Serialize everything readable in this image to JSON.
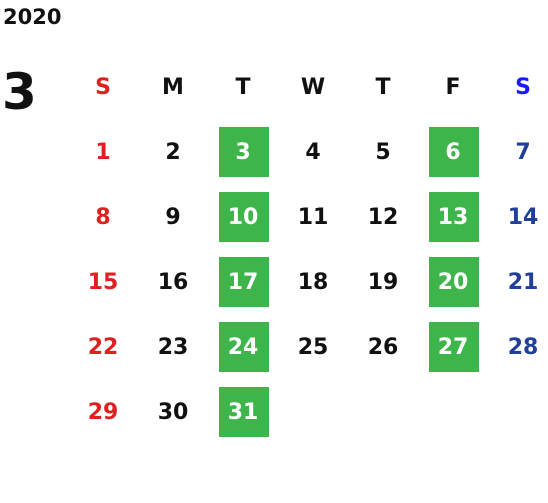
{
  "year": "2020",
  "month": "3",
  "weekdays": [
    "S",
    "M",
    "T",
    "W",
    "T",
    "F",
    "S"
  ],
  "weeks": [
    [
      "1",
      "2",
      "3",
      "4",
      "5",
      "6",
      "7"
    ],
    [
      "8",
      "9",
      "10",
      "11",
      "12",
      "13",
      "14"
    ],
    [
      "15",
      "16",
      "17",
      "18",
      "19",
      "20",
      "21"
    ],
    [
      "22",
      "23",
      "24",
      "25",
      "26",
      "27",
      "28"
    ],
    [
      "29",
      "30",
      "31",
      "",
      "",
      "",
      ""
    ]
  ],
  "highlighted_days": [
    "3",
    "6",
    "10",
    "13",
    "17",
    "20",
    "24",
    "27",
    "31"
  ],
  "colors": {
    "sunday": "#e02020",
    "saturday": "#1f3f9a",
    "highlight": "#3db54a",
    "text": "#111111"
  }
}
